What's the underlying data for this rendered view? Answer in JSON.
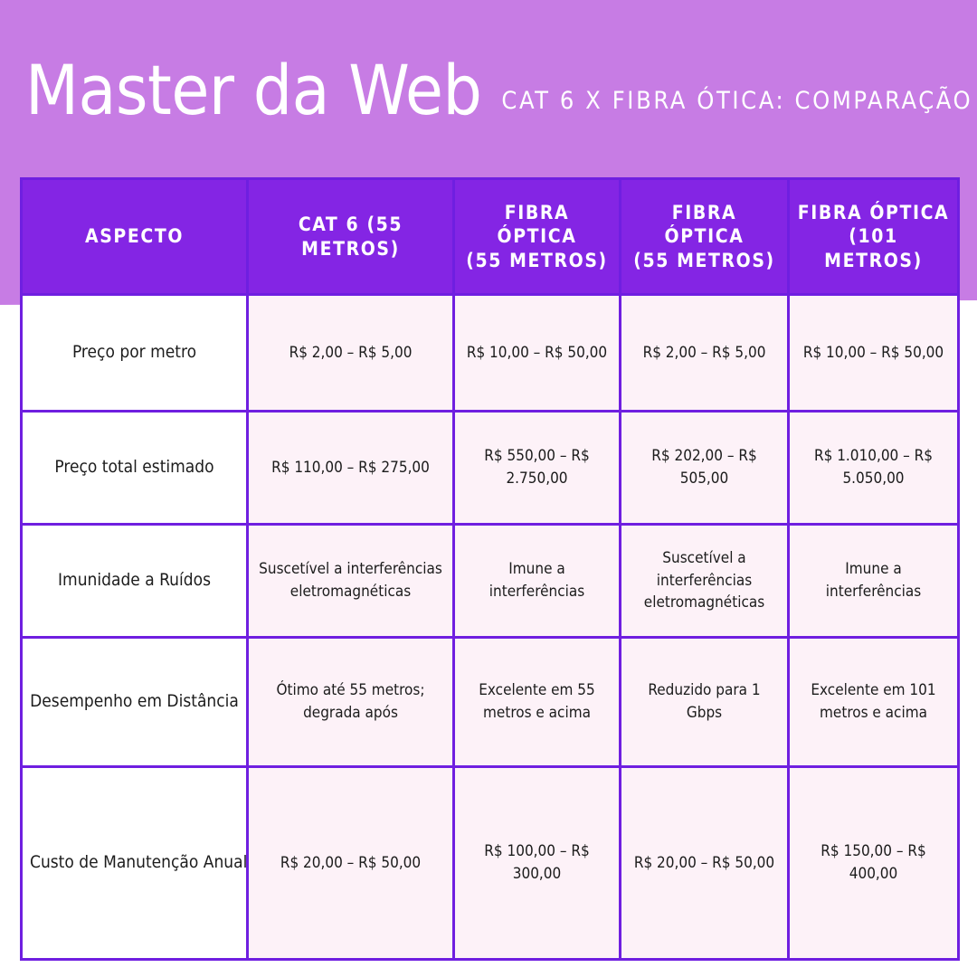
{
  "header": {
    "brand": "Master da Web",
    "subtitle": "CAT 6 X FIBRA ÓTICA: COMPARAÇÃO"
  },
  "colors": {
    "banner": "#c77ce4",
    "header_row": "#8425e4",
    "border": "#6f1fe0",
    "cell_bg": "#fdf2f8",
    "aspect_bg": "#ffffff",
    "text": "#1c1c1c",
    "header_text": "#ffffff"
  },
  "table": {
    "columns": [
      "ASPECTO",
      "CAT 6 (55 METROS)",
      "FIBRA ÓPTICA (55 METROS)",
      "FIBRA ÓPTICA (55 METROS)",
      "FIBRA ÓPTICA (101 METROS)"
    ],
    "columns_lines": [
      [
        "ASPECTO"
      ],
      [
        "CAT 6 (55 METROS)"
      ],
      [
        "FIBRA ÓPTICA",
        "(55 METROS)"
      ],
      [
        "FIBRA ÓPTICA",
        "(55 METROS)"
      ],
      [
        "FIBRA ÓPTICA",
        "(101 METROS)"
      ]
    ],
    "rows": [
      {
        "aspect": "Preço por metro",
        "cells": [
          "R$ 2,00 – R$ 5,00",
          "R$ 10,00 – R$ 50,00",
          "R$ 2,00 – R$ 5,00",
          "R$ 10,00 – R$ 50,00"
        ]
      },
      {
        "aspect": "Preço total estimado",
        "cells": [
          "R$ 110,00 – R$ 275,00",
          "R$ 550,00 – R$ 2.750,00",
          "R$ 202,00 – R$ 505,00",
          "R$ 1.010,00 – R$ 5.050,00"
        ]
      },
      {
        "aspect": "Imunidade a Ruídos",
        "cells": [
          "Suscetível a interferências eletromagnéticas",
          "Imune a interferências",
          "Suscetível a interferências eletromagnéticas",
          "Imune a interferências"
        ]
      },
      {
        "aspect": "Desempenho em Distância",
        "cells": [
          "Ótimo até 55 metros; degrada após",
          "Excelente em 55 metros e acima",
          "Reduzido para 1 Gbps",
          "Excelente em 101 metros e acima"
        ]
      },
      {
        "aspect": "Custo de Manutenção Anual",
        "cells": [
          "R$ 20,00 – R$ 50,00",
          "R$ 100,00 – R$ 300,00",
          "R$ 20,00 – R$ 50,00",
          "R$ 150,00 – R$ 400,00"
        ]
      }
    ]
  }
}
